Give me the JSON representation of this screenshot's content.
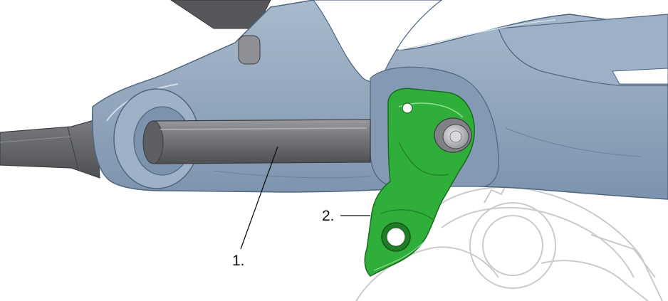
{
  "callouts": [
    {
      "label": "1.",
      "part": "axle"
    },
    {
      "label": "2.",
      "part": "derailleur-hanger"
    }
  ],
  "colors": {
    "frame": "#8fa4bd",
    "frame_shade": "#6e849f",
    "frame_light": "#b9c8d9",
    "axle": "#6d6e72",
    "hanger": "#2fae3a",
    "hanger_dark": "#1f7d27",
    "chainstay": "#66686c",
    "cassette_outline": "#c9cbcd",
    "leader_line": "#111111"
  }
}
